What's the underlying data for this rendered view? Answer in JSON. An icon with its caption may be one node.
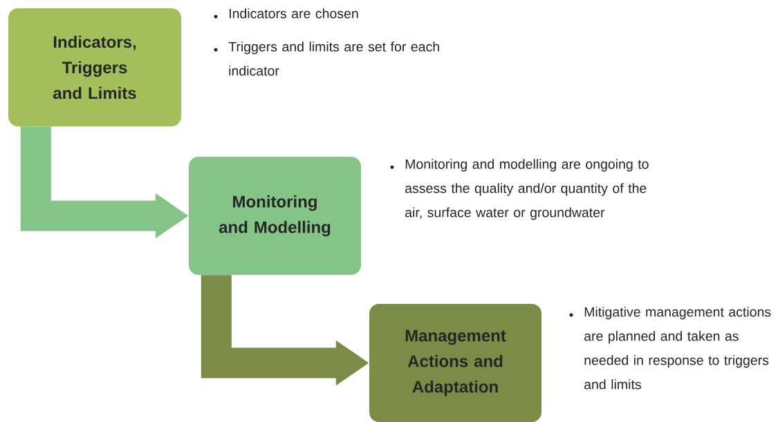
{
  "diagram": {
    "nodes": [
      {
        "text": [
          "Indicators, Triggers and Limits"
        ],
        "beside": [
          "Indicators are chosen",
          "Triggers and limits are set for each indicator"
        ]
      },
      {
        "text": [
          "Monitoring and Modelling"
        ],
        "beside": [
          "Monitoring and modelling are ongoing to assess the quality and/or quantity of the air, surface water or groundwater"
        ]
      },
      {
        "text": [
          "Management Actions and Adaptation"
        ],
        "beside": [
          "Mitigative management actions are planned and taken as needed in response to triggers and limits"
        ]
      }
    ],
    "edges": [
      {
        "from": 0,
        "to": 1,
        "arrow": "to",
        "color": "#84c487"
      },
      {
        "from": 1,
        "to": 2,
        "arrow": "to",
        "color": "#7a8c45"
      }
    ]
  }
}
